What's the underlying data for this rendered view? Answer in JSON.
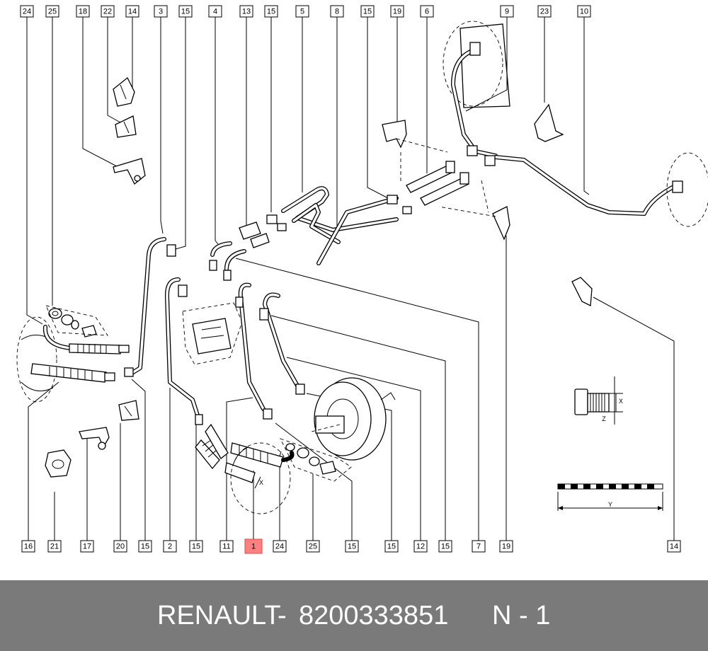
{
  "diagram": {
    "callouts_top": [
      {
        "id": "c-top-1",
        "label": "24"
      },
      {
        "id": "c-top-2",
        "label": "25"
      },
      {
        "id": "c-top-3",
        "label": "18"
      },
      {
        "id": "c-top-4",
        "label": "22"
      },
      {
        "id": "c-top-5",
        "label": "14"
      },
      {
        "id": "c-top-6",
        "label": "3"
      },
      {
        "id": "c-top-7",
        "label": "15"
      },
      {
        "id": "c-top-8",
        "label": "4"
      },
      {
        "id": "c-top-9",
        "label": "13"
      },
      {
        "id": "c-top-10",
        "label": "15"
      },
      {
        "id": "c-top-11",
        "label": "5"
      },
      {
        "id": "c-top-12",
        "label": "8"
      },
      {
        "id": "c-top-13",
        "label": "15"
      },
      {
        "id": "c-top-14",
        "label": "19"
      },
      {
        "id": "c-top-15",
        "label": "6"
      },
      {
        "id": "c-top-16",
        "label": "9"
      },
      {
        "id": "c-top-17",
        "label": "23"
      },
      {
        "id": "c-top-18",
        "label": "10"
      }
    ],
    "callouts_bottom": [
      {
        "id": "c-bot-1",
        "label": "16"
      },
      {
        "id": "c-bot-2",
        "label": "21"
      },
      {
        "id": "c-bot-3",
        "label": "17"
      },
      {
        "id": "c-bot-4",
        "label": "20"
      },
      {
        "id": "c-bot-5",
        "label": "15"
      },
      {
        "id": "c-bot-6",
        "label": "2"
      },
      {
        "id": "c-bot-7",
        "label": "15"
      },
      {
        "id": "c-bot-8",
        "label": "11"
      },
      {
        "id": "c-bot-9",
        "label": "1",
        "highlighted": true
      },
      {
        "id": "c-bot-10",
        "label": "24"
      },
      {
        "id": "c-bot-11",
        "label": "25"
      },
      {
        "id": "c-bot-12",
        "label": "15"
      },
      {
        "id": "c-bot-13",
        "label": "15"
      },
      {
        "id": "c-bot-14",
        "label": "12"
      },
      {
        "id": "c-bot-15",
        "label": "15"
      },
      {
        "id": "c-bot-16",
        "label": "7"
      },
      {
        "id": "c-bot-17",
        "label": "19"
      },
      {
        "id": "c-bot-18",
        "label": "14"
      }
    ],
    "dimension_labels": {
      "x_small": "X",
      "z": "Z",
      "x_disc": "X",
      "y": "Y"
    },
    "highlight_color": "#ff8080"
  },
  "footer": {
    "brand": "RENAULT",
    "separator": "-",
    "part_number": "8200333851",
    "quantity": "N - 1",
    "background": "#7a7a7a"
  }
}
